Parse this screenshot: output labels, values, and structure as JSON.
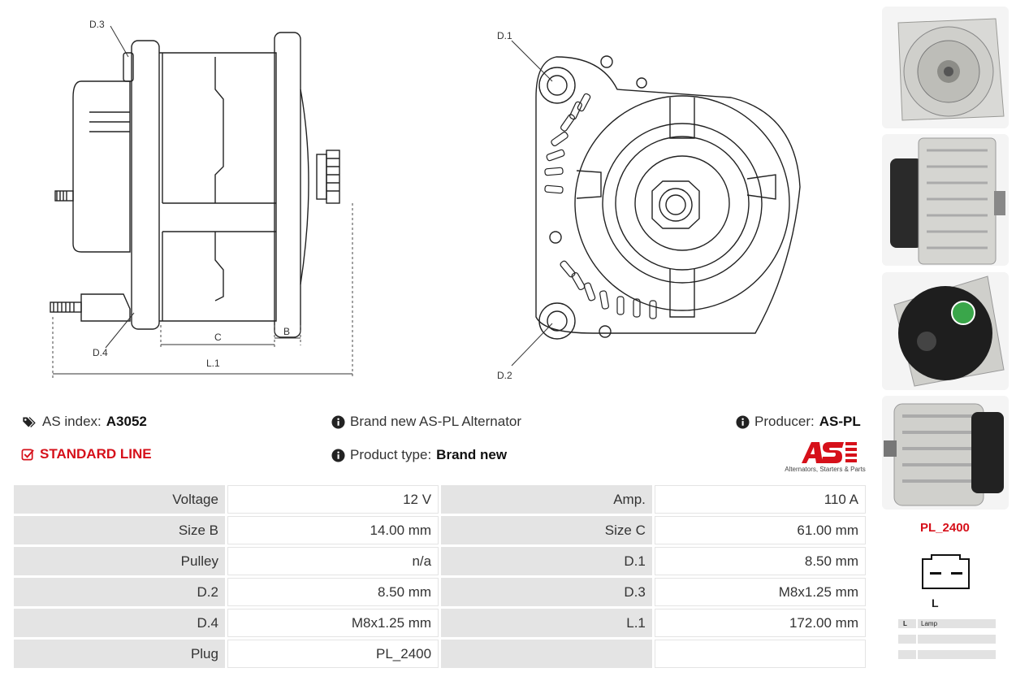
{
  "drawing": {
    "labels": {
      "d3": "D.3",
      "d4": "D.4",
      "c": "C",
      "b": "B",
      "l1": "L.1",
      "d1": "D.1",
      "d2": "D.2"
    }
  },
  "info": {
    "as_index_label": "AS index:",
    "as_index_value": "A3052",
    "standard_line": "STANDARD LINE",
    "description": "Brand new AS-PL Alternator",
    "product_type_label": "Product type:",
    "product_type_value": "Brand new",
    "producer_label": "Producer:",
    "producer_value": "AS-PL"
  },
  "logo": {
    "subtitle": "Alternators, Starters & Parts",
    "color": "#d6101a"
  },
  "specs": [
    {
      "l1": "Voltage",
      "v1": "12 V",
      "l2": "Amp.",
      "v2": "110 A"
    },
    {
      "l1": "Size B",
      "v1": "14.00 mm",
      "l2": "Size C",
      "v2": "61.00 mm"
    },
    {
      "l1": "Pulley",
      "v1": "n/a",
      "l2": "D.1",
      "v2": "8.50 mm"
    },
    {
      "l1": "D.2",
      "v1": "8.50 mm",
      "l2": "D.3",
      "v2": "M8x1.25 mm"
    },
    {
      "l1": "D.4",
      "v1": "M8x1.25 mm",
      "l2": "L.1",
      "v2": "172.00 mm"
    },
    {
      "l1": "Plug",
      "v1": "PL_2400",
      "l2": "",
      "v2": ""
    }
  ],
  "plug": {
    "name": "PL_2400",
    "pin_label": "L",
    "pins": [
      {
        "key": "L",
        "value": "Lamp"
      },
      {
        "key": "",
        "value": ""
      },
      {
        "key": "",
        "value": ""
      }
    ]
  },
  "icons": {
    "tag": "tags-icon",
    "check": "check-square-icon",
    "info": "info-circle-icon"
  }
}
